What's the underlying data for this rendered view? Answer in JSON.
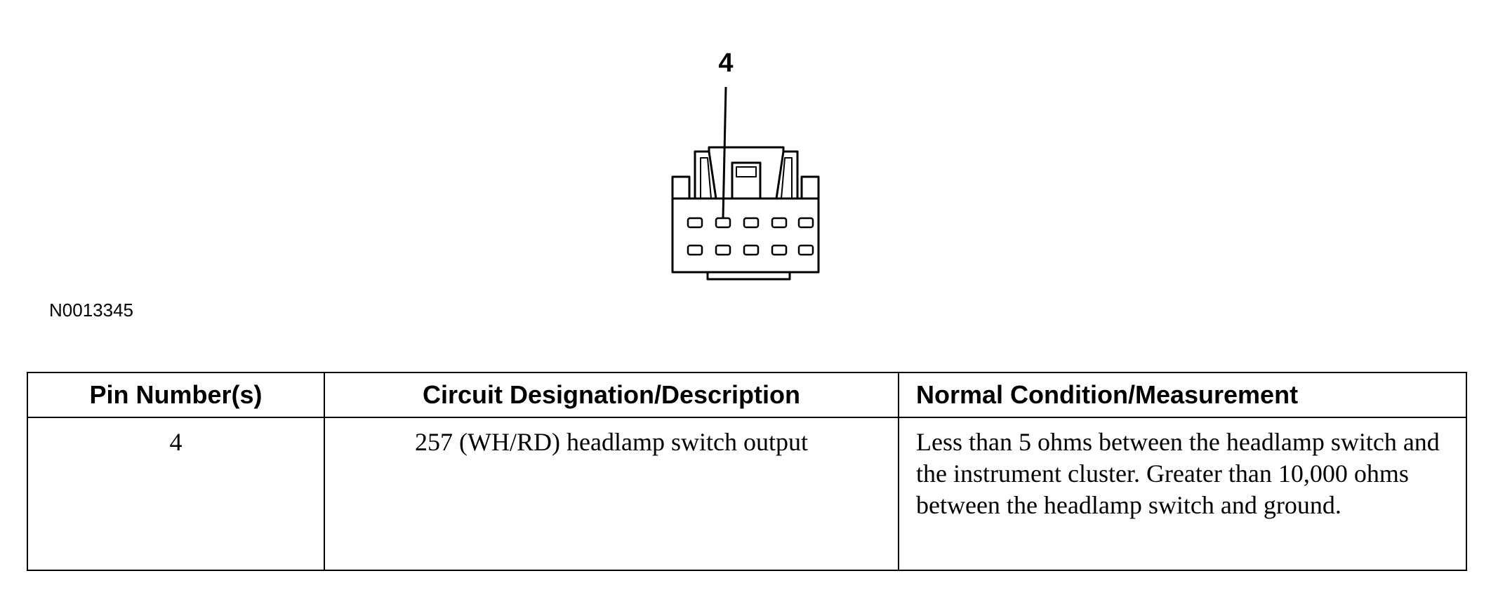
{
  "diagram": {
    "callout_label": "4",
    "figure_id": "N0013345"
  },
  "table": {
    "headers": [
      "Pin Number(s)",
      "Circuit Designation/Description",
      "Normal Condition/Measurement"
    ],
    "rows": [
      {
        "pin": "4",
        "circuit": "257 (WH/RD) headlamp switch output",
        "measurement": "Less than 5 ohms between the headlamp switch and the instrument cluster. Greater than 10,000 ohms between the headlamp switch and ground."
      }
    ]
  }
}
